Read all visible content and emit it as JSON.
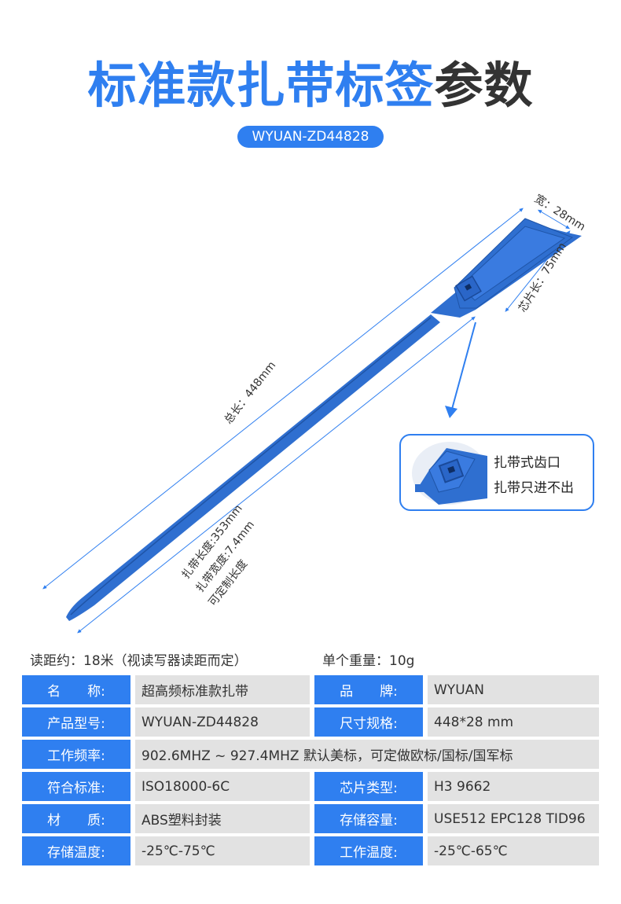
{
  "header": {
    "title_blue": "标准款扎带标签",
    "title_dark": "参数",
    "model_badge": "WYUAN-ZD44828"
  },
  "diagram": {
    "width_label": "宽：28mm",
    "chip_length_label": "芯片长：75mm",
    "total_length_label": "总长：448mm",
    "strap_length_label": "扎带长度:353mm",
    "strap_width_label": "扎带宽度:7.4mm",
    "custom_length_label": "可定制长度",
    "callout_line1": "扎带式齿口",
    "callout_line2": "扎带只进不出",
    "colors": {
      "tag": "#2f6fd0",
      "accent": "#2f7ff0"
    }
  },
  "info": {
    "read_distance": "读距约：18米（视读写器读距而定）",
    "weight": "单个重量：10g"
  },
  "spec_table": [
    {
      "l1": "名　　称:",
      "v1": "超高频标准款扎带",
      "l2": "品　　牌:",
      "v2": "WYUAN"
    },
    {
      "l1": "产品型号:",
      "v1": "WYUAN-ZD44828",
      "l2": "尺寸规格:",
      "v2": "448*28 mm"
    },
    {
      "l1": "工作频率:",
      "v1": "902.6MHZ ~ 927.4MHZ 默认美标，可定做欧标/国标/国军标"
    },
    {
      "l1": "符合标准:",
      "v1": "ISO18000-6C",
      "l2": "芯片类型:",
      "v2": "H3 9662"
    },
    {
      "l1": "材　　质:",
      "v1": "ABS塑料封装",
      "l2": "存储容量:",
      "v2": "USE512  EPC128  TID96"
    },
    {
      "l1": "存储温度:",
      "v1": "-25℃-75℃",
      "l2": "工作温度:",
      "v2": "-25℃-65℃"
    }
  ]
}
